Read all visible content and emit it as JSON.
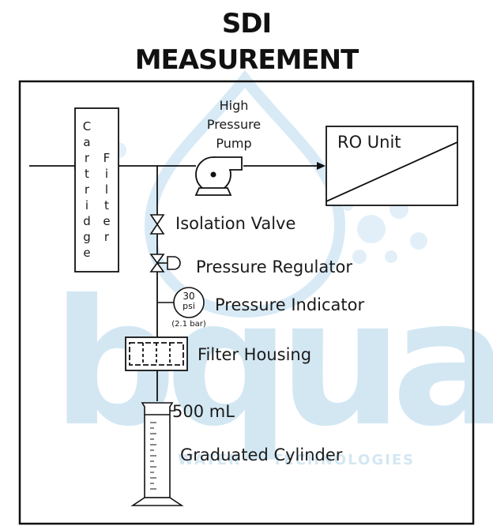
{
  "title": {
    "line1": "SDI",
    "line2": "MEASUREMENT"
  },
  "components": {
    "cartridge_filter": "Cartridge Filter",
    "cartridge_letters": [
      "C",
      "a",
      "r",
      "t",
      "r",
      "i",
      "d",
      "g",
      "e"
    ],
    "filter_letters": [
      "F",
      "i",
      "l",
      "t",
      "e",
      "r"
    ],
    "pump_lines": [
      "High",
      "Pressure",
      "Pump"
    ],
    "ro_unit": "RO Unit",
    "isolation_valve": "Isolation Valve",
    "pressure_regulator": "Pressure Regulator",
    "pressure_indicator": "Pressure Indicator",
    "gauge_value": "30",
    "gauge_unit": "psi",
    "gauge_bar": "(2.1 bar)",
    "filter_housing": "Filter Housing",
    "volume": "500 mL",
    "graduated_cylinder": "Graduated Cylinder"
  },
  "watermark": {
    "brand": "bqua",
    "tagline_left": "WATER",
    "tagline_right": "TECHNOLOGIES"
  },
  "colors": {
    "watermark": "#d3e7f3",
    "line": "#111111"
  }
}
